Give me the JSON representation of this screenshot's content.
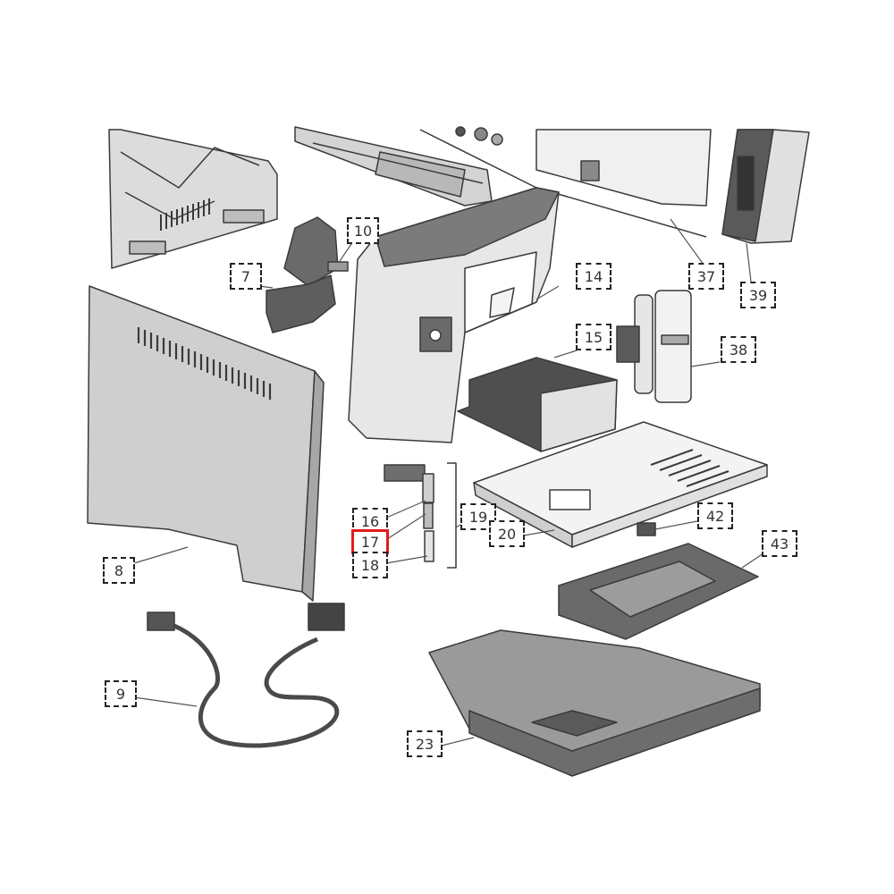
{
  "callouts": [
    {
      "id": "7",
      "label": "7"
    },
    {
      "id": "8",
      "label": "8"
    },
    {
      "id": "9",
      "label": "9"
    },
    {
      "id": "10",
      "label": "10"
    },
    {
      "id": "14",
      "label": "14"
    },
    {
      "id": "15",
      "label": "15"
    },
    {
      "id": "16",
      "label": "16"
    },
    {
      "id": "17",
      "label": "17",
      "highlighted": true
    },
    {
      "id": "18",
      "label": "18"
    },
    {
      "id": "19",
      "label": "19"
    },
    {
      "id": "20",
      "label": "20"
    },
    {
      "id": "23",
      "label": "23"
    },
    {
      "id": "37",
      "label": "37"
    },
    {
      "id": "38",
      "label": "38"
    },
    {
      "id": "39",
      "label": "39"
    },
    {
      "id": "42",
      "label": "42"
    },
    {
      "id": "43",
      "label": "43"
    }
  ],
  "colors": {
    "part_fill": "#d8d8d8",
    "part_dark": "#6b6b6b",
    "part_stroke": "#3a3a3a",
    "leader_line": "#555555",
    "highlight": "#e21b1b"
  }
}
